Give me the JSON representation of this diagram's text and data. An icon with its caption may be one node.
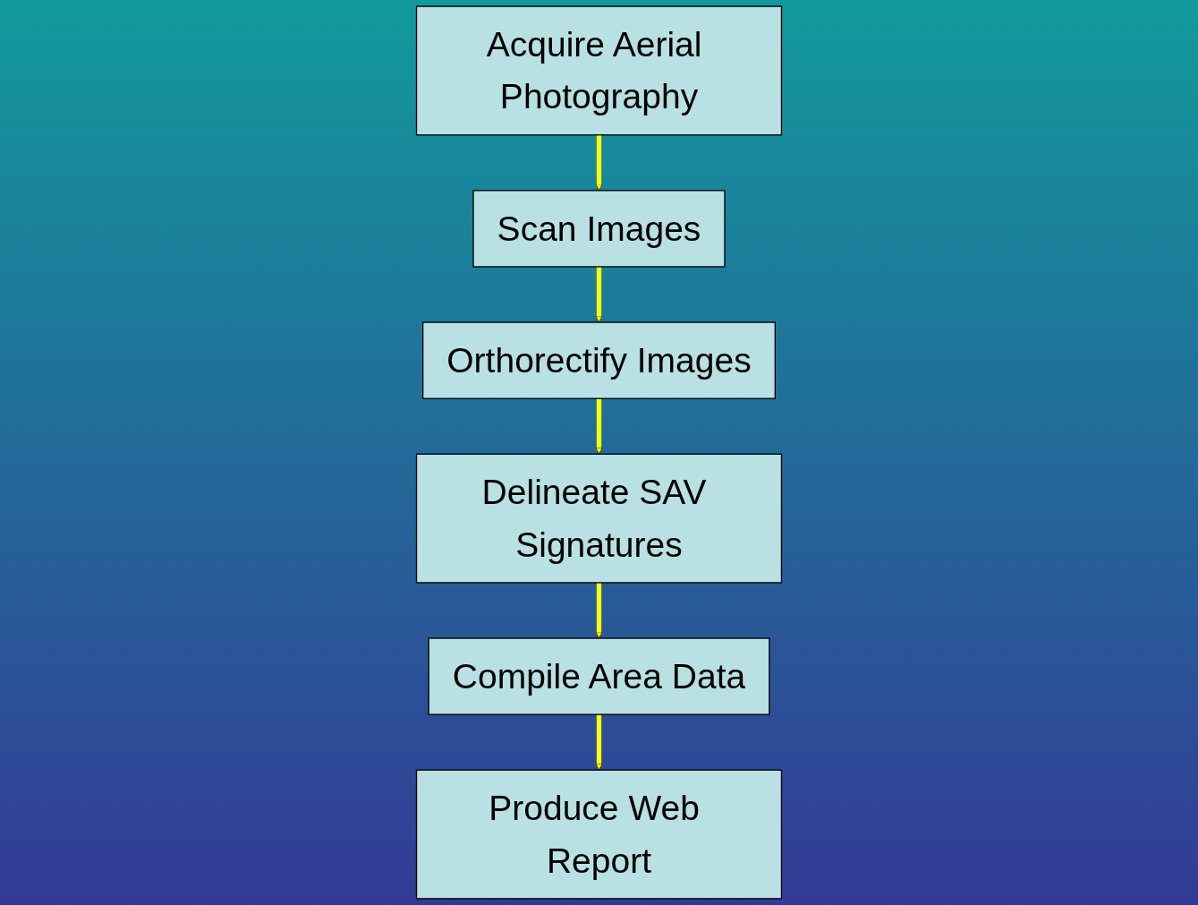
{
  "diagram": {
    "nodes": [
      {
        "text": [
          "Acquire Aerial Photography"
        ]
      },
      {
        "text": [
          "Scan Images"
        ]
      },
      {
        "text": [
          "Orthorectify Images"
        ]
      },
      {
        "text": [
          "Delineate SAV Signatures"
        ]
      },
      {
        "text": [
          "Compile Area Data"
        ]
      },
      {
        "text": [
          "Produce Web Report"
        ]
      }
    ],
    "edges": [
      {
        "from": 0,
        "to": 1,
        "arrow": "to"
      },
      {
        "from": 1,
        "to": 2,
        "arrow": "to"
      },
      {
        "from": 2,
        "to": 3,
        "arrow": "to"
      },
      {
        "from": 3,
        "to": 4,
        "arrow": "to"
      },
      {
        "from": 4,
        "to": 5,
        "arrow": "to"
      }
    ]
  }
}
